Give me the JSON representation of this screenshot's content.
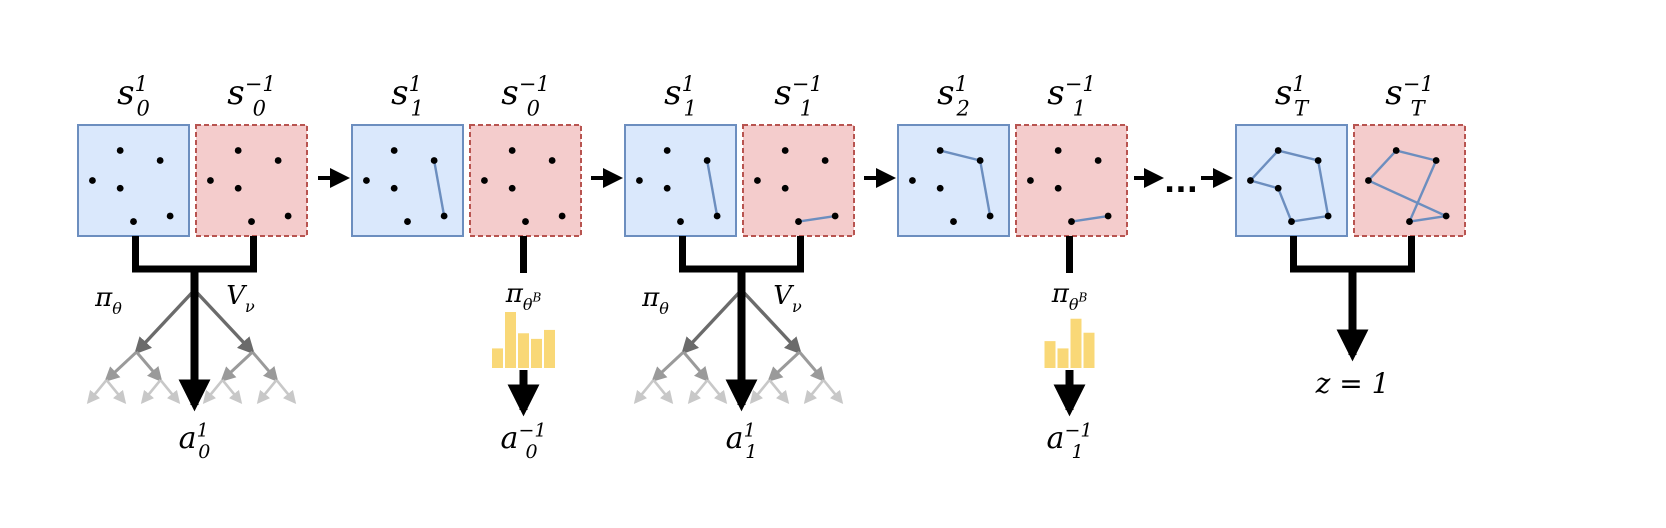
{
  "colors": {
    "blue_fill": "#dae8fc",
    "blue_stroke": "#6c8ebf",
    "red_fill": "#f4cccc",
    "red_stroke": "#b85450",
    "edge": "#6c8ebf",
    "bar_fill": "#f9d877",
    "arrow": "#000000",
    "tree_dark": "#6b6b6b",
    "tree_mid": "#9a9a9a",
    "tree_light": "#c8c8c8"
  },
  "stages": [
    {
      "left": {
        "base": "s",
        "sub": "0",
        "sup": "1"
      },
      "right": {
        "base": "s",
        "sub": "0",
        "sup": "−1"
      },
      "mode": "search",
      "policy": {
        "base": "π",
        "sub": "θ"
      },
      "value": {
        "base": "V",
        "sub": "ν"
      },
      "action": {
        "base": "a",
        "sub": "0",
        "sup": "1"
      }
    },
    {
      "left": {
        "base": "s",
        "sub": "1",
        "sup": "1"
      },
      "right": {
        "base": "s",
        "sub": "0",
        "sup": "−1"
      },
      "mode": "baseline",
      "policy": {
        "base": "π",
        "sub": "θ",
        "subsup": "B"
      },
      "bars": [
        0.35,
        1.0,
        0.62,
        0.52,
        0.68
      ],
      "action": {
        "base": "a",
        "sub": "0",
        "sup": "−1"
      }
    },
    {
      "left": {
        "base": "s",
        "sub": "1",
        "sup": "1"
      },
      "right": {
        "base": "s",
        "sub": "1",
        "sup": "−1"
      },
      "mode": "search",
      "policy": {
        "base": "π",
        "sub": "θ"
      },
      "value": {
        "base": "V",
        "sub": "ν"
      },
      "action": {
        "base": "a",
        "sub": "1",
        "sup": "1"
      }
    },
    {
      "left": {
        "base": "s",
        "sub": "2",
        "sup": "1"
      },
      "right": {
        "base": "s",
        "sub": "1",
        "sup": "−1"
      },
      "mode": "baseline",
      "policy": {
        "base": "π",
        "sub": "θ",
        "subsup": "B"
      },
      "bars": [
        0.48,
        0.35,
        0.88,
        0.63
      ],
      "action": {
        "base": "a",
        "sub": "1",
        "sup": "−1"
      }
    },
    {
      "left": {
        "base": "s",
        "sub": "T",
        "sup": "1"
      },
      "right": {
        "base": "s",
        "sub": "T",
        "sup": "−1"
      },
      "mode": "terminal",
      "outcome": "z = 1"
    }
  ],
  "ellipsis": "..."
}
